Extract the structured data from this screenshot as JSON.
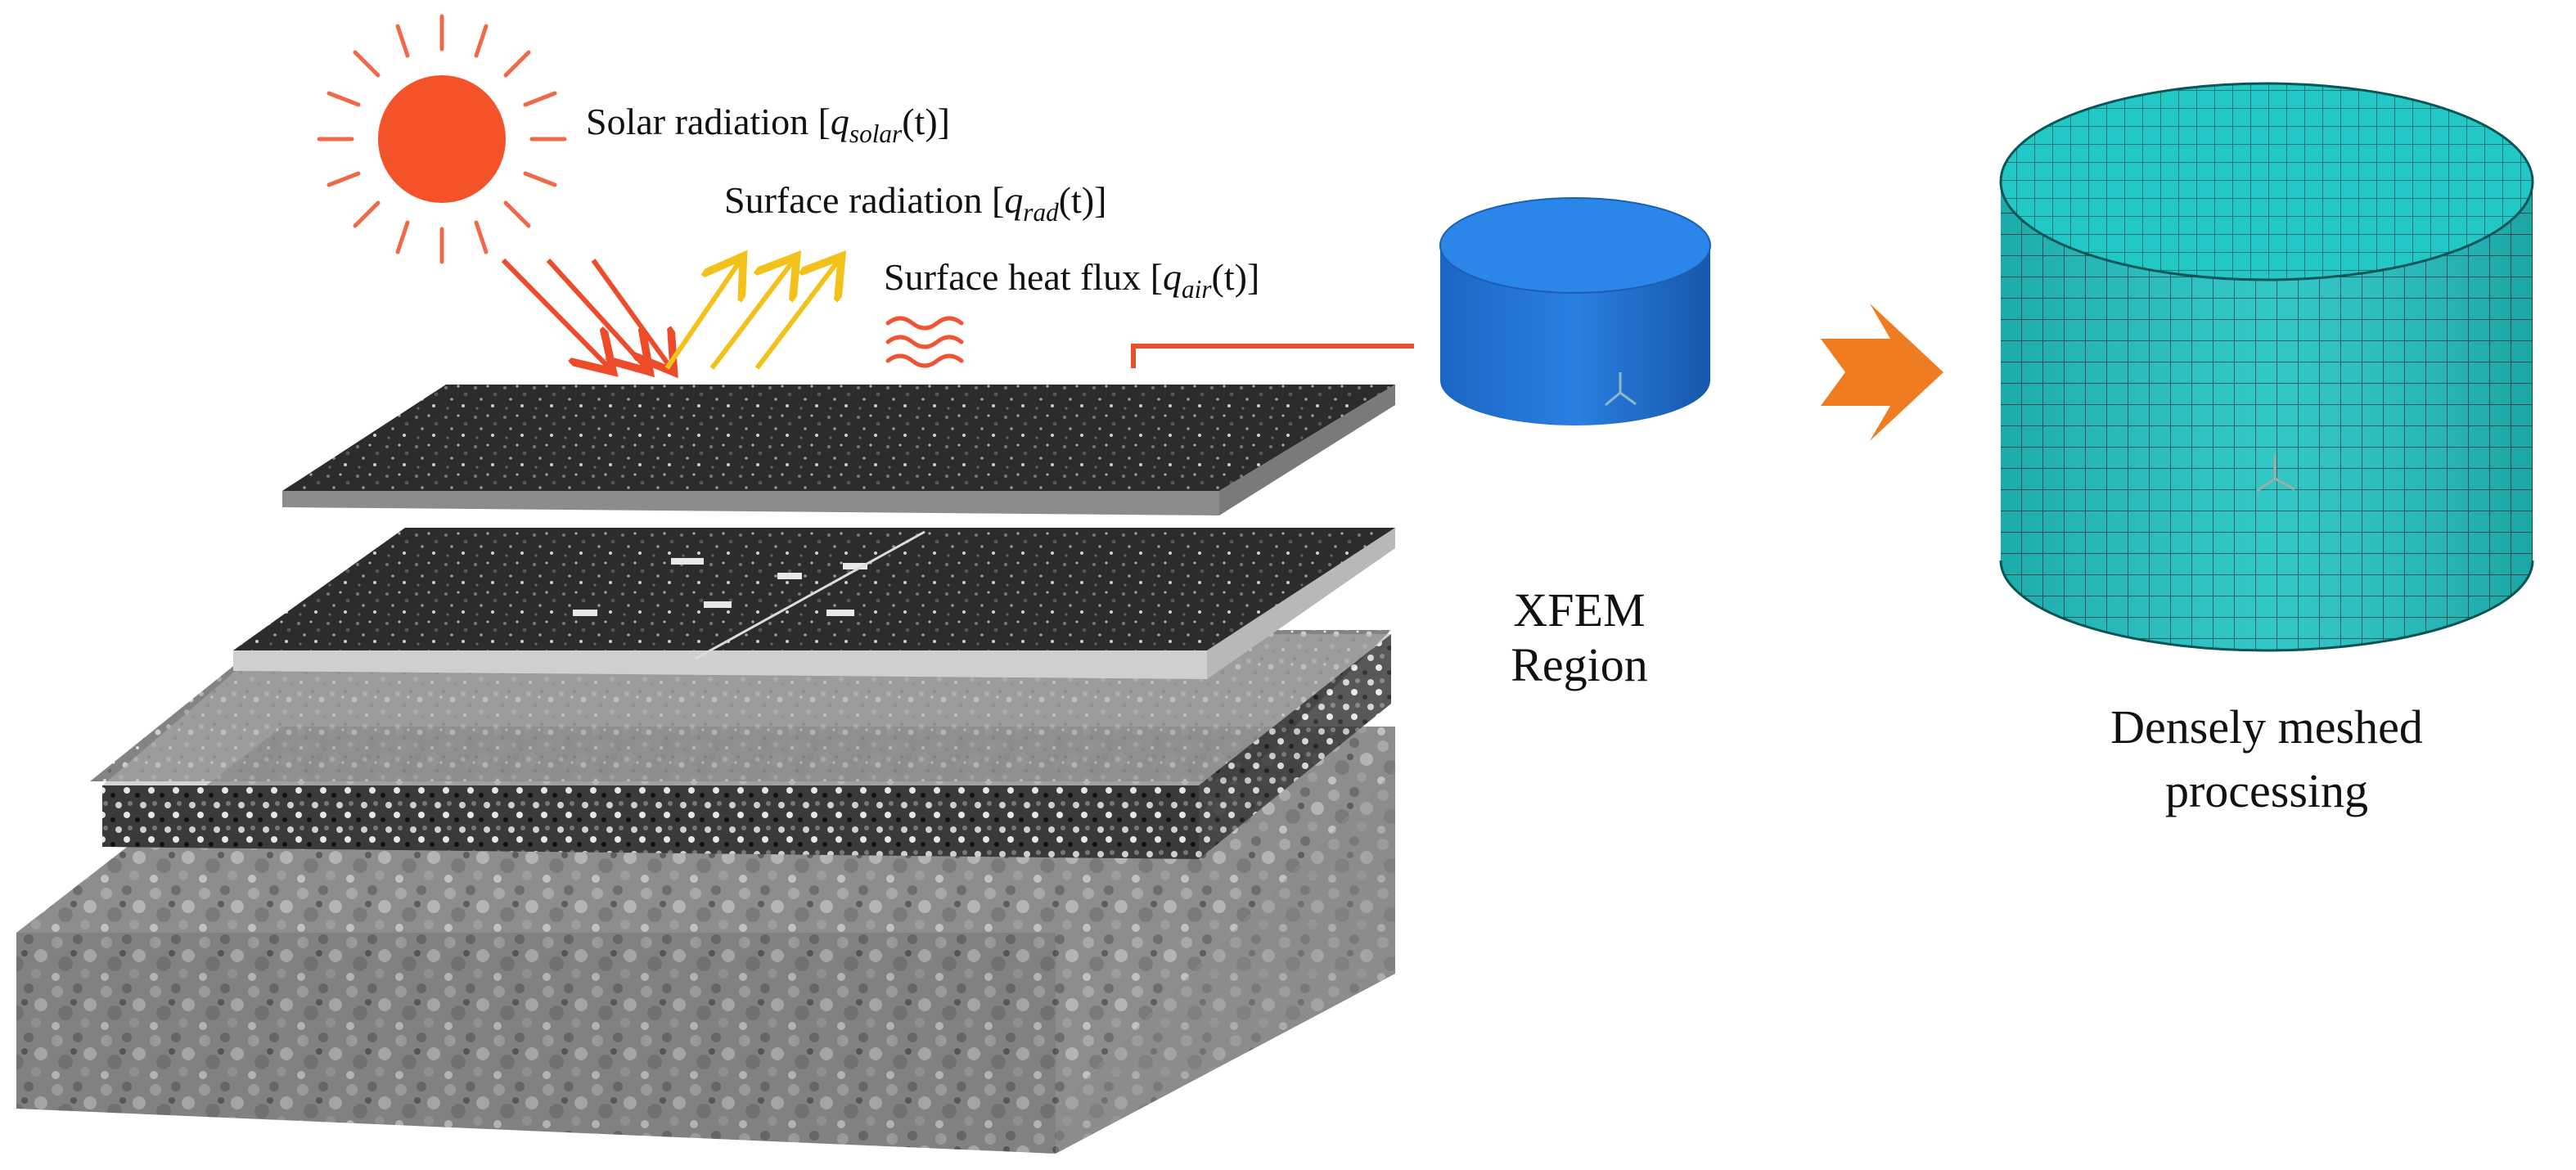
{
  "labels": {
    "solar": {
      "text": "Solar radiation",
      "sym": "q",
      "sub": "solar",
      "arg": "(t)"
    },
    "surface_rad": {
      "text": "Surface radiation",
      "sym": "q",
      "sub": "rad",
      "arg": "(t)"
    },
    "heat_flux": {
      "text": "Surface heat flux",
      "sym": "q",
      "sub": "air",
      "arg": "(t)"
    }
  },
  "xfem_caption": "XFEM Region",
  "mesh_caption": {
    "line1": "Densely meshed",
    "line2": "processing"
  },
  "colors": {
    "sun": "#f4532a",
    "sun_rays": "#f06a4a",
    "incoming_arrows": "#ee4b2b",
    "reflected_arrows": "#f2c21a",
    "heat_waves": "#ef5535",
    "connector": "#e9502f",
    "xfem_cylinder": "#1d72d4",
    "mesh_cylinder": "#1fbcbc",
    "process_arrow": "#f07c22"
  }
}
